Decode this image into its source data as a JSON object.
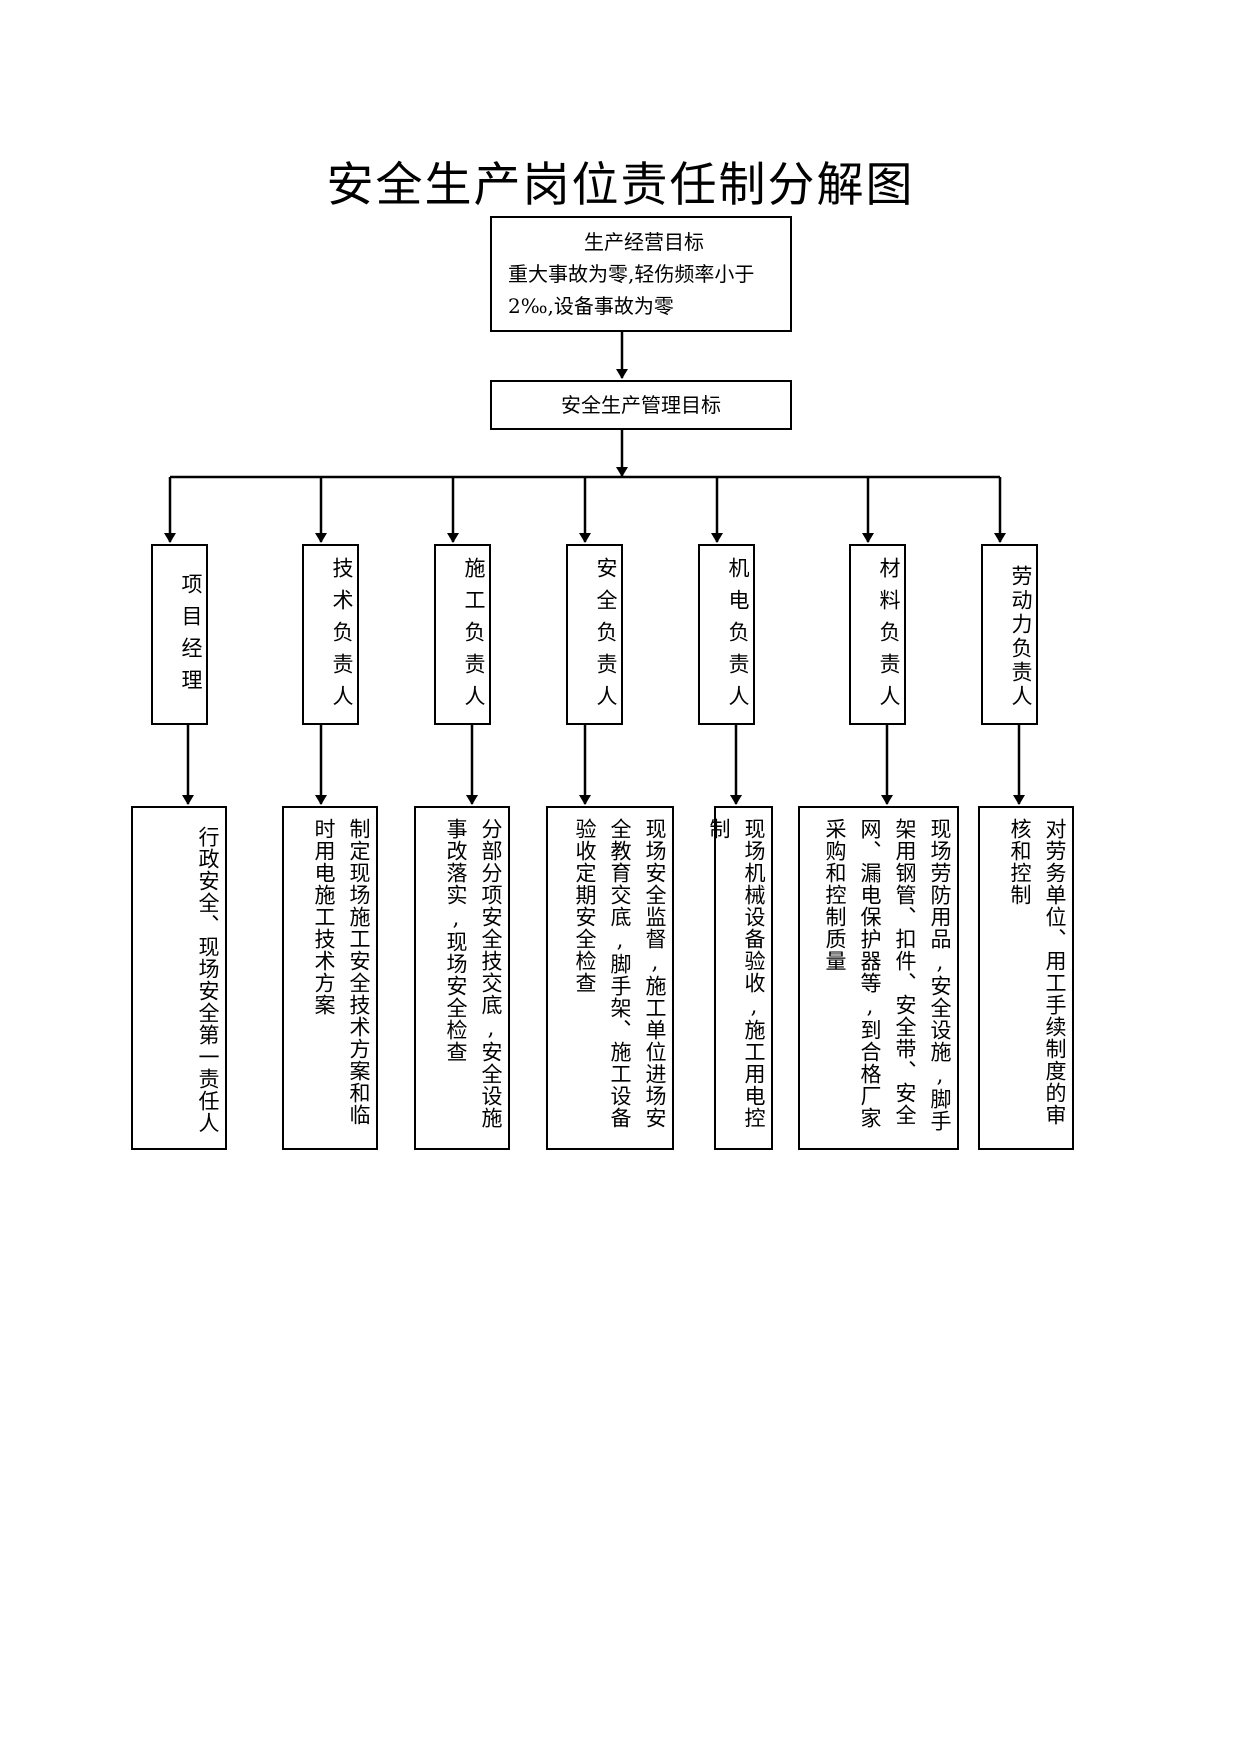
{
  "title": "安全生产岗位责任制分解图",
  "top_box": {
    "line1": "生产经营目标",
    "line2": "重大事故为零,轻伤频率小于",
    "line3": "2‰,设备事故为零"
  },
  "management_box": "安全生产管理目标",
  "roles": [
    "项目经理",
    "技术负责人",
    "施工负责人",
    "安全负责人",
    "机电负责人",
    "材料负责人",
    "劳动力负责人"
  ],
  "duties": [
    "行政安全、现场安全第一责任人",
    "制定现场施工安全技术方案和临时用电施工技术方案",
    "分部分项安全技交底,安全设施事改落实,现场安全检查",
    "现场安全监督,施工单位进场安全教育交底,脚手架、施工设备验收定期安全检查",
    "现场机械设备验收,施工用电控制",
    "现场劳防用品,安全设施,脚手架用钢管、扣件、安全带、安全网、漏电保护器等,到合格厂家采购和控制质量",
    "对劳务单位、用工手续制度的审核和控制"
  ]
}
